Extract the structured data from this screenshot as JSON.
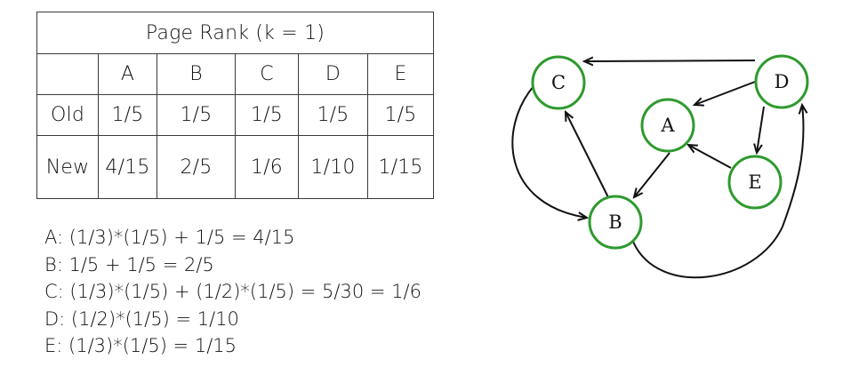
{
  "table": {
    "title": "Page Rank (k = 1)",
    "columns": [
      "",
      "A",
      "B",
      "C",
      "D",
      "E"
    ],
    "rows": [
      {
        "label": "Old",
        "values": [
          "1/5",
          "1/5",
          "1/5",
          "1/5",
          "1/5"
        ]
      },
      {
        "label": "New",
        "values": [
          "4/15",
          "2/5",
          "1/6",
          "1/10",
          "1/15"
        ]
      }
    ]
  },
  "calculations": [
    "A: (1/3)*(1/5) + 1/5 = 4/15",
    "B: 1/5 + 1/5 = 2/5",
    "C: (1/3)*(1/5) + (1/2)*(1/5) = 5/30 = 1/6",
    "D: (1/2)*(1/5) = 1/10",
    "E: (1/3)*(1/5) = 1/15"
  ],
  "graph": {
    "node_stroke_color": "#2e9a2e",
    "edge_color": "#111111",
    "nodes": [
      {
        "id": "C",
        "label": "C"
      },
      {
        "id": "D",
        "label": "D"
      },
      {
        "id": "A",
        "label": "A"
      },
      {
        "id": "E",
        "label": "E"
      },
      {
        "id": "B",
        "label": "B"
      }
    ],
    "edges": [
      {
        "from": "D",
        "to": "C"
      },
      {
        "from": "D",
        "to": "A"
      },
      {
        "from": "D",
        "to": "E"
      },
      {
        "from": "A",
        "to": "B"
      },
      {
        "from": "E",
        "to": "A"
      },
      {
        "from": "B",
        "to": "C"
      },
      {
        "from": "C",
        "to": "B"
      },
      {
        "from": "B",
        "to": "D"
      }
    ]
  }
}
